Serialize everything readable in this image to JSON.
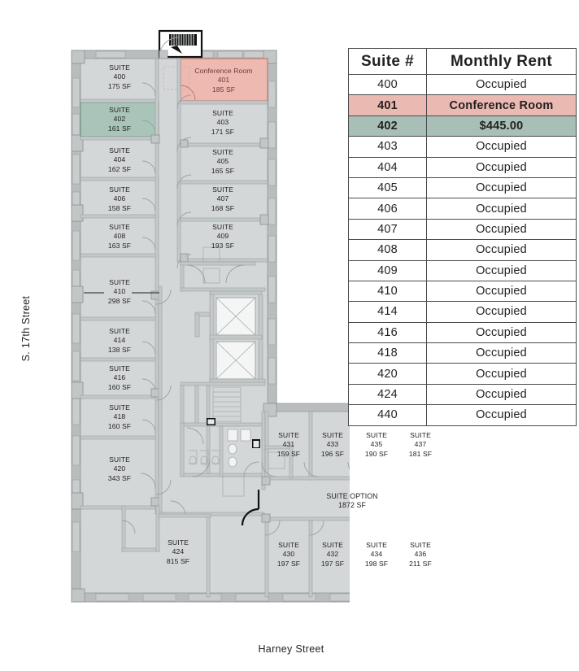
{
  "floorplan": {
    "streets": {
      "left": "S. 17th Street",
      "bottom": "Harney Street"
    },
    "highlight_colors": {
      "available_green": "#a9c4b9",
      "conference_pink": "#edb9b0"
    },
    "rooms": [
      {
        "suite": "400",
        "sf": "175 SF",
        "text": "SUITE\n400\n175 SF",
        "highlight": "none"
      },
      {
        "suite": "402",
        "sf": "161 SF",
        "text": "SUITE\n402\n161 SF",
        "highlight": "green"
      },
      {
        "suite": "404",
        "sf": "162 SF",
        "text": "SUITE\n404\n162 SF",
        "highlight": "none"
      },
      {
        "suite": "406",
        "sf": "158 SF",
        "text": "SUITE\n406\n158 SF",
        "highlight": "none"
      },
      {
        "suite": "408",
        "sf": "163 SF",
        "text": "SUITE\n408\n163 SF",
        "highlight": "none"
      },
      {
        "suite": "410",
        "sf": "298 SF",
        "text": "SUITE\n410\n298 SF",
        "highlight": "none"
      },
      {
        "suite": "414",
        "sf": "138 SF",
        "text": "SUITE\n414\n138 SF",
        "highlight": "none"
      },
      {
        "suite": "416",
        "sf": "160 SF",
        "text": "SUITE\n416\n160 SF",
        "highlight": "none"
      },
      {
        "suite": "418",
        "sf": "160 SF",
        "text": "SUITE\n418\n160 SF",
        "highlight": "none"
      },
      {
        "suite": "420",
        "sf": "343 SF",
        "text": "SUITE\n420\n343 SF",
        "highlight": "none"
      },
      {
        "suite": "424",
        "sf": "815 SF",
        "text": "SUITE\n424\n815 SF",
        "highlight": "none"
      },
      {
        "suite": "401",
        "sf": "185 SF",
        "text": "Conference Room\n401\n185 SF",
        "highlight": "pink"
      },
      {
        "suite": "403",
        "sf": "171 SF",
        "text": "SUITE\n403\n171 SF",
        "highlight": "none"
      },
      {
        "suite": "405",
        "sf": "165 SF",
        "text": "SUITE\n405\n165 SF",
        "highlight": "none"
      },
      {
        "suite": "407",
        "sf": "168 SF",
        "text": "SUITE\n407\n168 SF",
        "highlight": "none"
      },
      {
        "suite": "409",
        "sf": "193 SF",
        "text": "SUITE\n409\n193 SF",
        "highlight": "none"
      },
      {
        "suite": "431",
        "sf": "159 SF",
        "text": "SUITE\n431\n159 SF",
        "highlight": "none"
      },
      {
        "suite": "433",
        "sf": "196 SF",
        "text": "SUITE\n433\n196 SF",
        "highlight": "none"
      },
      {
        "suite": "435",
        "sf": "190 SF",
        "text": "SUITE\n435\n190 SF",
        "highlight": "none"
      },
      {
        "suite": "437",
        "sf": "181 SF",
        "text": "SUITE\n437\n181 SF",
        "highlight": "none"
      },
      {
        "suite": "430",
        "sf": "197 SF",
        "text": "SUITE\n430\n197 SF",
        "highlight": "none"
      },
      {
        "suite": "432",
        "sf": "197 SF",
        "text": "SUITE\n432\n197 SF",
        "highlight": "none"
      },
      {
        "suite": "434",
        "sf": "198 SF",
        "text": "SUITE\n434\n198 SF",
        "highlight": "none"
      },
      {
        "suite": "436",
        "sf": "211 SF",
        "text": "SUITE\n436\n211 SF",
        "highlight": "none"
      },
      {
        "suite": "SUITE OPTION",
        "sf": "1872 SF",
        "text": "SUITE OPTION\n1872 SF",
        "highlight": "none"
      }
    ]
  },
  "table": {
    "headers": [
      "Suite #",
      "Monthly Rent"
    ],
    "rows": [
      {
        "suite": "400",
        "rent": "Occupied",
        "highlight": "none"
      },
      {
        "suite": "401",
        "rent": "Conference Room",
        "highlight": "pink"
      },
      {
        "suite": "402",
        "rent": "$445.00",
        "highlight": "green"
      },
      {
        "suite": "403",
        "rent": "Occupied",
        "highlight": "none"
      },
      {
        "suite": "404",
        "rent": "Occupied",
        "highlight": "none"
      },
      {
        "suite": "405",
        "rent": "Occupied",
        "highlight": "none"
      },
      {
        "suite": "406",
        "rent": "Occupied",
        "highlight": "none"
      },
      {
        "suite": "407",
        "rent": "Occupied",
        "highlight": "none"
      },
      {
        "suite": "408",
        "rent": "Occupied",
        "highlight": "none"
      },
      {
        "suite": "409",
        "rent": "Occupied",
        "highlight": "none"
      },
      {
        "suite": "410",
        "rent": "Occupied",
        "highlight": "none"
      },
      {
        "suite": "414",
        "rent": "Occupied",
        "highlight": "none"
      },
      {
        "suite": "416",
        "rent": "Occupied",
        "highlight": "none"
      },
      {
        "suite": "418",
        "rent": "Occupied",
        "highlight": "none"
      },
      {
        "suite": "420",
        "rent": "Occupied",
        "highlight": "none"
      },
      {
        "suite": "424",
        "rent": "Occupied",
        "highlight": "none"
      },
      {
        "suite": "440",
        "rent": "Occupied",
        "highlight": "none"
      }
    ]
  }
}
